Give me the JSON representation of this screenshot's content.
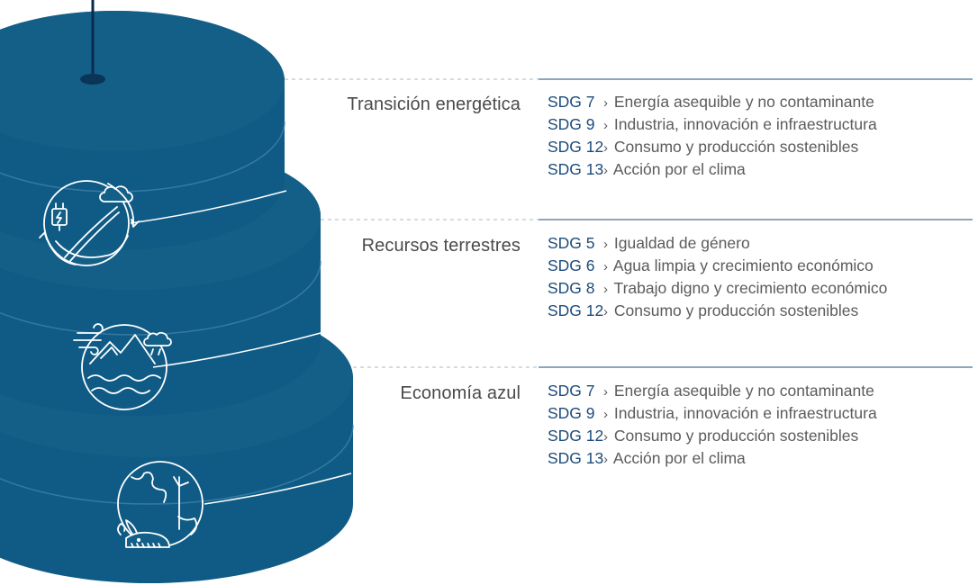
{
  "colors": {
    "cylinder_top": "#135f88",
    "cylinder_side": "#0f5b85",
    "leader_line": "#a9b8c6",
    "rule_line": "#1c4b7a",
    "sdg_code": "#1c4b7a",
    "text": "#5b5b5b"
  },
  "tiers": [
    {
      "label": "Transición energética",
      "icon": "energy-transition-icon",
      "sdgs": [
        {
          "code": "SDG 7",
          "desc": "Energía asequible y no contaminante"
        },
        {
          "code": "SDG 9",
          "desc": "Industria, innovación e infraestructura"
        },
        {
          "code": "SDG 12",
          "desc": "Consumo y producción sostenibles"
        },
        {
          "code": "SDG 13",
          "desc": "Acción por el clima"
        }
      ]
    },
    {
      "label": "Recursos terrestres",
      "icon": "terrestrial-resources-icon",
      "sdgs": [
        {
          "code": "SDG 5",
          "desc": "Igualdad de género"
        },
        {
          "code": "SDG 6",
          "desc": "Agua limpia y crecimiento económico"
        },
        {
          "code": "SDG 8",
          "desc": "Trabajo digno y crecimiento económico"
        },
        {
          "code": "SDG 12",
          "desc": "Consumo y producción sostenibles"
        }
      ]
    },
    {
      "label": "Economía azul",
      "icon": "blue-economy-icon",
      "sdgs": [
        {
          "code": "SDG 7",
          "desc": "Energía asequible y no contaminante"
        },
        {
          "code": "SDG 9",
          "desc": "Industria, innovación e infraestructura"
        },
        {
          "code": "SDG 12",
          "desc": "Consumo y producción sostenibles"
        },
        {
          "code": "SDG 13",
          "desc": "Acción por el clima"
        }
      ]
    }
  ],
  "arrow_glyph": "›"
}
